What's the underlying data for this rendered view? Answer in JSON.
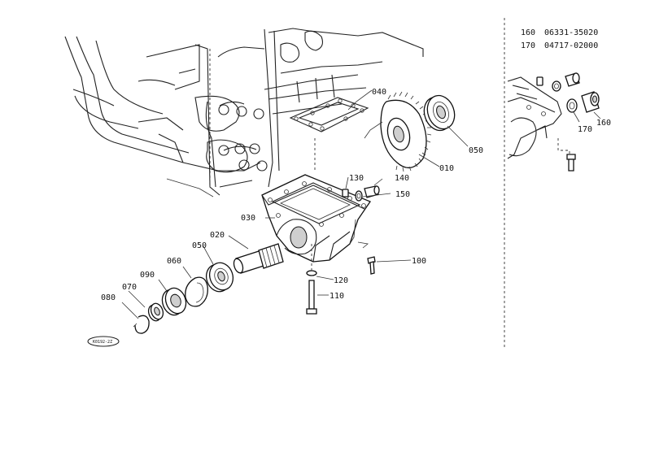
{
  "callouts": {
    "c010": "010",
    "c020": "020",
    "c030": "030",
    "c040": "040",
    "c050a": "050",
    "c050b": "050",
    "c060": "060",
    "c070": "070",
    "c080": "080",
    "c090": "090",
    "c100": "100",
    "c110": "110",
    "c120": "120",
    "c130": "130",
    "c140": "140",
    "c150": "150",
    "c160": "160",
    "c170": "170"
  },
  "reference_table": [
    {
      "no": "160",
      "part": "06331-35020"
    },
    {
      "no": "170",
      "part": "04717-02000"
    }
  ],
  "drawing_code": "K0192-2Z"
}
